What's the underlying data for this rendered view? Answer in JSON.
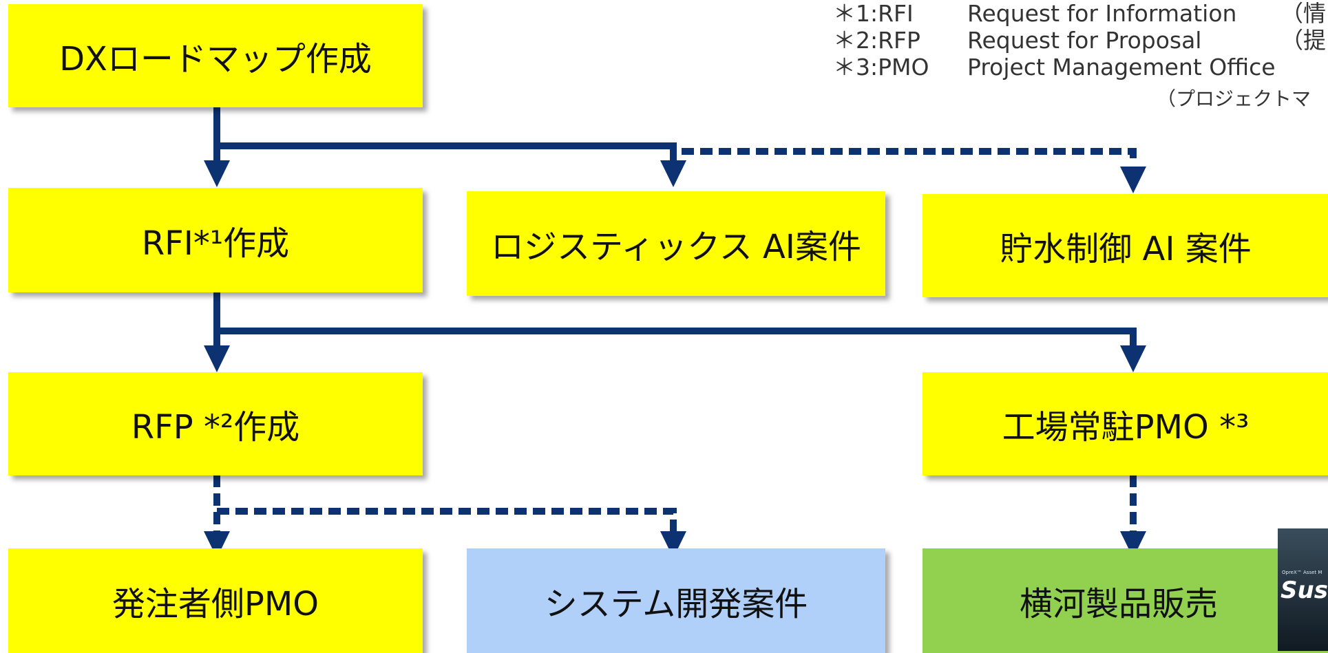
{
  "boxes": {
    "dx_roadmap": "DXロードマップ作成",
    "rfi": "RFI*¹作成",
    "logistics_ai": "ロジスティックス AI案件",
    "water_ai": "貯水制御 AI 案件",
    "rfp": "RFP *²作成",
    "factory_pmo": "工場常駐PMO *³",
    "client_pmo": "発注者側PMO",
    "system_dev": "システム開発案件",
    "yokogawa_sales": "横河製品販売"
  },
  "notes": [
    {
      "tag": "＊1:RFI",
      "text": "Request for Information",
      "jp": "（情"
    },
    {
      "tag": "＊2:RFP",
      "text": "Request for Proposal",
      "jp": "（提"
    },
    {
      "tag": "＊3:PMO",
      "text": "Project Management Office",
      "jp": ""
    }
  ],
  "note_sub": "（プロジェクトマ",
  "logo": {
    "small": "OpreX™ Asset M",
    "big": "Sus"
  },
  "colors": {
    "yellow": "#ffff00",
    "blue": "#b0d0fa",
    "green": "#92d050",
    "connector": "#0d3272"
  }
}
